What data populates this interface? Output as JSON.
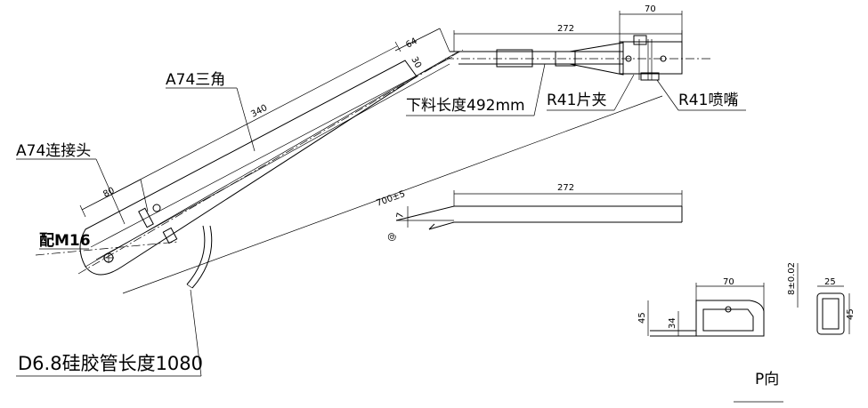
{
  "labels": {
    "a74_triangle": "A74三角",
    "a74_connector": "A74连接头",
    "pei_m16": "配M16",
    "cut_length": "下料长度492mm",
    "r41_clip": "R41片夹",
    "r41_nozzle": "R41喷嘴",
    "hose": "D6.8硅胶管长度1080",
    "p_view": "P向"
  },
  "dimensions": {
    "top_272": "272",
    "top_70": "70",
    "d64": "64",
    "d30": "30",
    "d340": "340",
    "d80": "80",
    "d700": "700±5",
    "side_272": "272",
    "side_7": "7",
    "side_at": "@",
    "p_70": "70",
    "p_45": "45",
    "p_34": "34",
    "p_8": "8±0.02",
    "p_25": "25",
    "p_45b": "45"
  }
}
